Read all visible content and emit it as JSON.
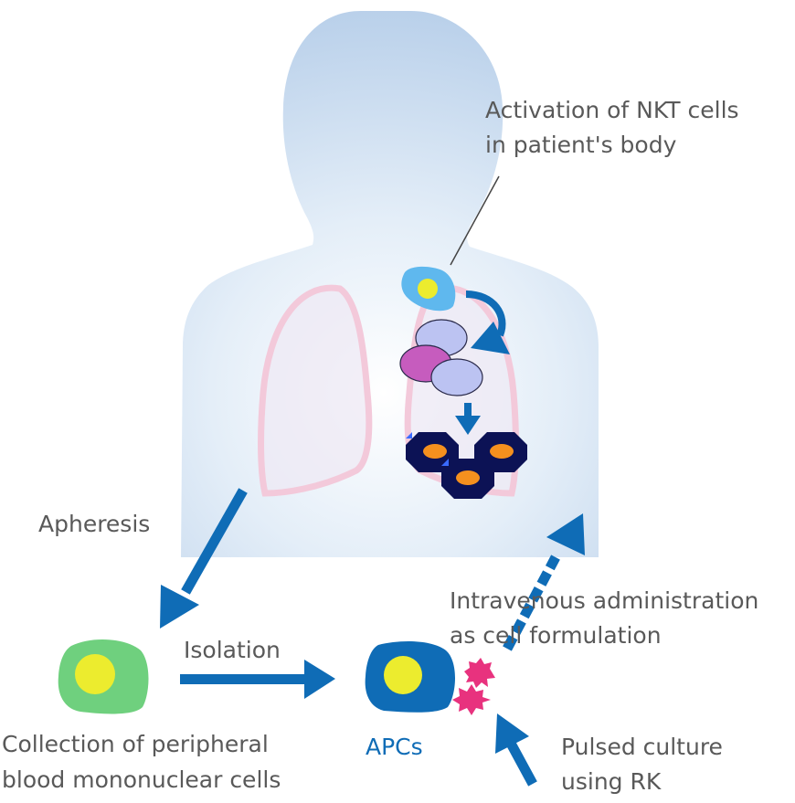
{
  "labels": {
    "activation_line1": "Activation of NKT cells",
    "activation_line2": "in patient's body",
    "apheresis": "Apheresis",
    "isolation": "Isolation",
    "intravenous_line1": "Intravenous administration",
    "intravenous_line2": "as cell formulation",
    "collection_line1": "Collection of peripheral",
    "collection_line2": "blood mononuclear cells",
    "apcs": "APCs",
    "pulsed_line1": "Pulsed culture",
    "pulsed_line2": "using RK"
  },
  "colors": {
    "arrow": "#0f6cb6",
    "body": "#c4d8ee",
    "lung_outline": "#f3c9da",
    "pbmc_cell": "#6fd07e",
    "nucleus": "#ecec2e",
    "apc_cell": "#0f6cb6",
    "antigen": "#e8327e",
    "dendritic_cell": "#5fb8ee",
    "nkt_cell": "#bcc3f2",
    "activated_nkt_cell": "#c65cbe",
    "effector_cell": "#0c1255",
    "effector_nucleus": "#f5901e"
  }
}
